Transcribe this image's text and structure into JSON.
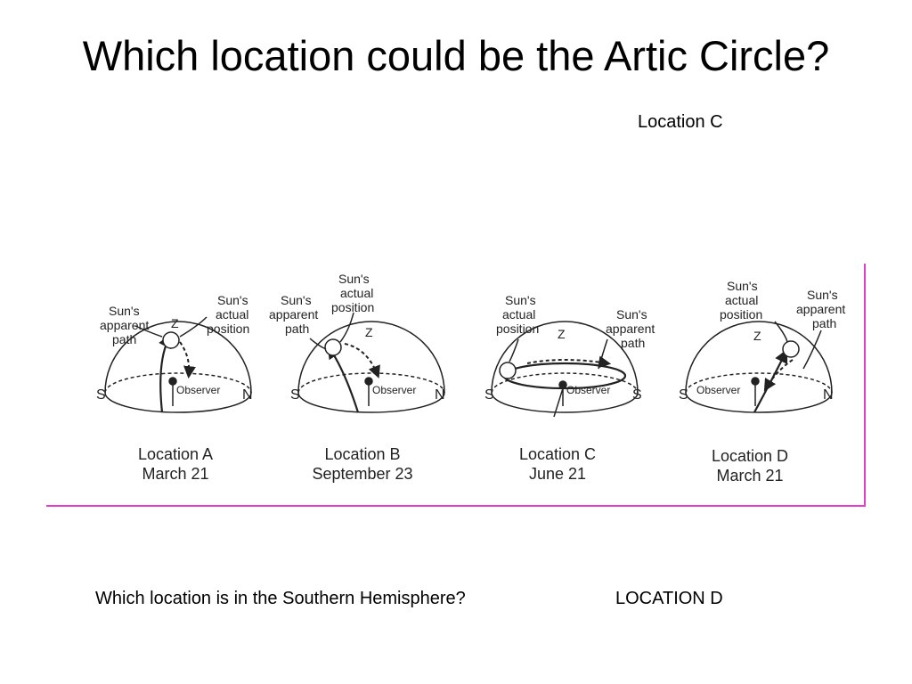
{
  "slide": {
    "title": "Which location could be the Artic Circle?",
    "answer_1": "Location C",
    "question_2": "Which location is in the Southern Hemisphere?",
    "answer_2": "LOCATION D"
  },
  "figure": {
    "label_suns": "Sun's",
    "label_apparent": "apparent",
    "label_actual": "actual",
    "label_path": "path",
    "label_position": "position",
    "label_observer": "Observer",
    "label_z": "Z",
    "panels": [
      {
        "location": "Location A",
        "date": "March 21",
        "left_dir": "S",
        "right_dir": "N"
      },
      {
        "location": "Location B",
        "date": "September 23",
        "left_dir": "S",
        "right_dir": "N"
      },
      {
        "location": "Location C",
        "date": "June 21",
        "left_dir": "S",
        "right_dir": "S"
      },
      {
        "location": "Location D",
        "date": "March 21",
        "left_dir": "S",
        "right_dir": "N"
      }
    ]
  },
  "colors": {
    "frame_border": "#e23ec9"
  }
}
